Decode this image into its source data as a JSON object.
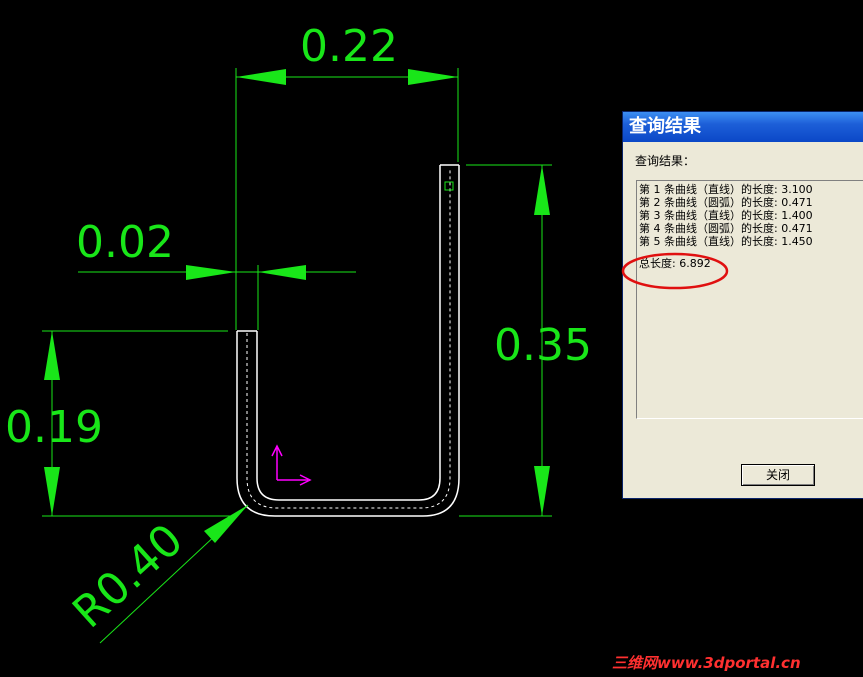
{
  "drawing": {
    "dimensions": {
      "top_width": "0.22",
      "gap": "0.02",
      "right_height": "0.35",
      "left_height": "0.19",
      "radius": "R0.40"
    },
    "colors": {
      "dimension": "#19e619",
      "geometry": "#ffffff",
      "axis": "#ff00ff",
      "highlight_ellipse": "#e01010"
    }
  },
  "dialog": {
    "title": "查询结果",
    "label": "查询结果：",
    "rows": [
      "第 1 条曲线（直线）的长度: 3.100",
      "第 2 条曲线（圆弧）的长度: 0.471",
      "第 3 条曲线（直线）的长度: 1.400",
      "第 4 条曲线（圆弧）的长度: 0.471",
      "第 5 条曲线（直线）的长度: 1.450"
    ],
    "total": "总长度: 6.892",
    "close_button": "关闭"
  },
  "watermark": "三维网www.3dportal.cn"
}
